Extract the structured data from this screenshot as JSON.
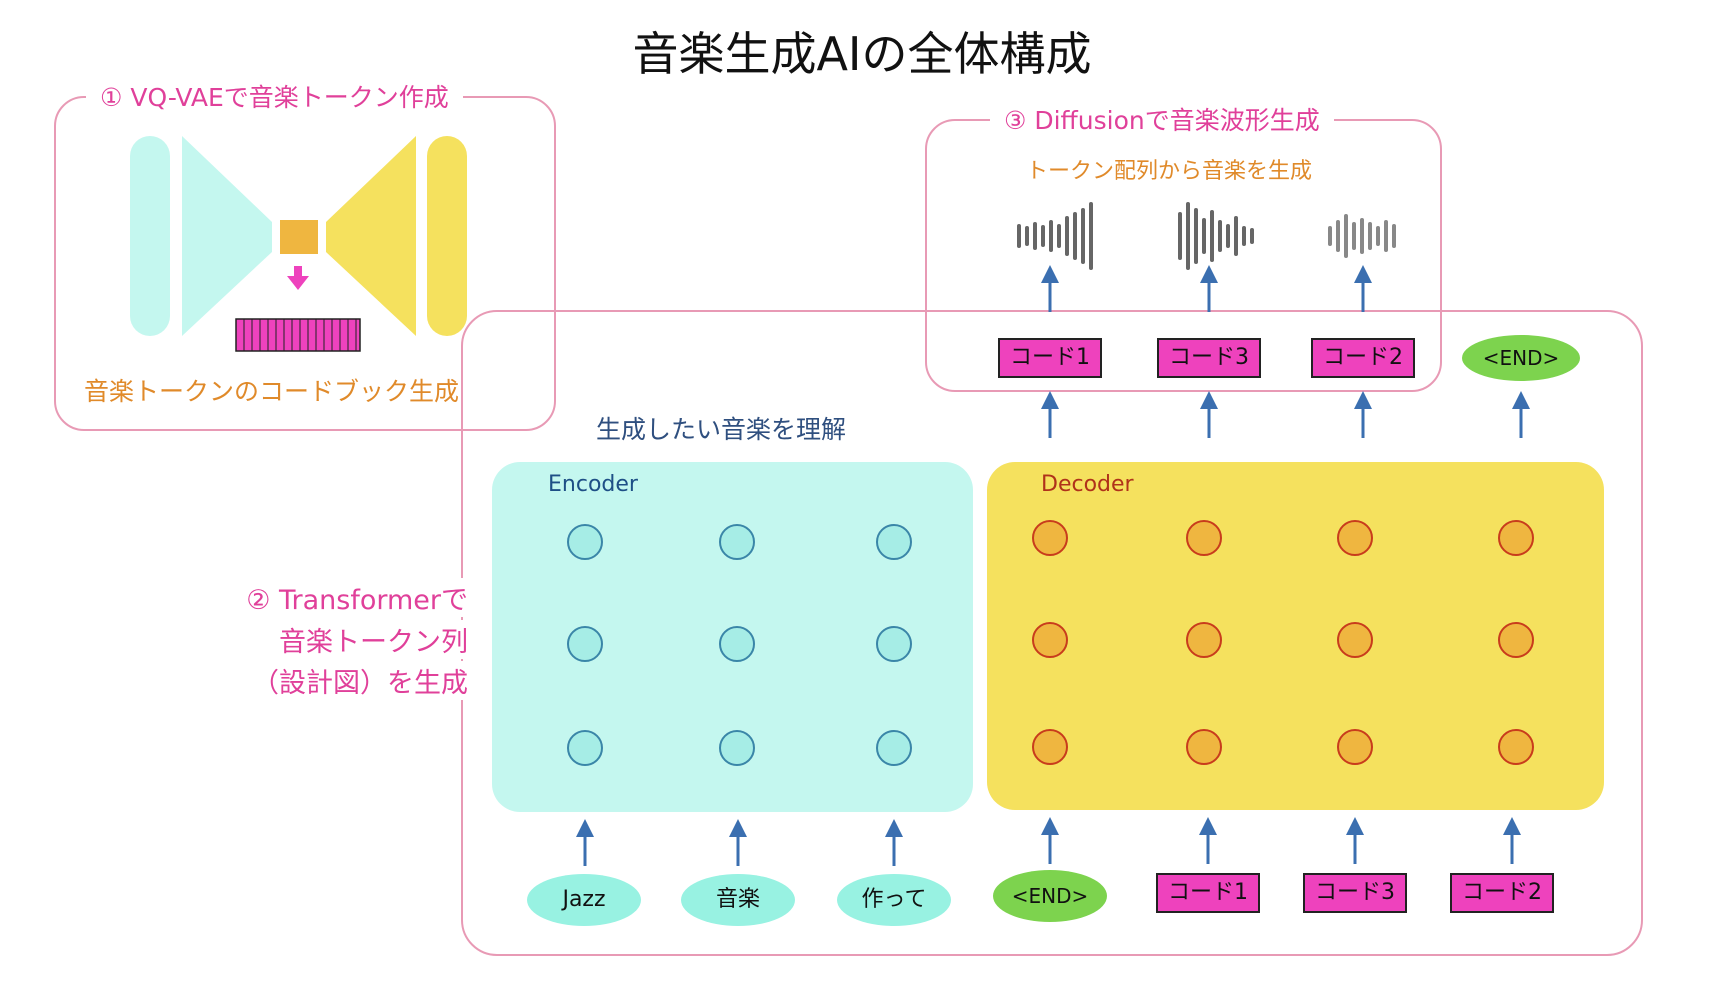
{
  "title": "音楽生成AIの全体構成",
  "vqvae": {
    "label": "① VQ-VAEで音楽トークン作成",
    "caption": "音楽トークンのコードブック生成"
  },
  "diffusion": {
    "label": "③ Diffusionで音楽波形生成",
    "subtitle": "トークン配列から音楽を生成"
  },
  "transformer": {
    "label_line1": "② Transformerで",
    "label_line2": "音楽トークン列",
    "label_line3": "（設計図）を生成",
    "understand_caption": "生成したい音楽を理解",
    "encoder_label": "Encoder",
    "decoder_label": "Decoder"
  },
  "outputs": [
    "コード1",
    "コード3",
    "コード2",
    "<END>"
  ],
  "inputs": {
    "encoder": [
      "Jazz",
      "音楽",
      "作って"
    ],
    "decoder": [
      "<END>",
      "コード1",
      "コード3",
      "コード2"
    ]
  },
  "colors": {
    "panel_border": "#e89ab5",
    "pink_text": "#e0409a",
    "orange_text": "#e08a2a",
    "encoder_fill": "#c4f7ef",
    "decoder_fill": "#f5e15e",
    "code_box": "#ee42bd",
    "end_ellipse": "#7dd34e",
    "arrow": "#3b6fb0"
  },
  "icons": [
    "waveform-icon",
    "down-arrow-icon",
    "up-arrow-icon"
  ]
}
